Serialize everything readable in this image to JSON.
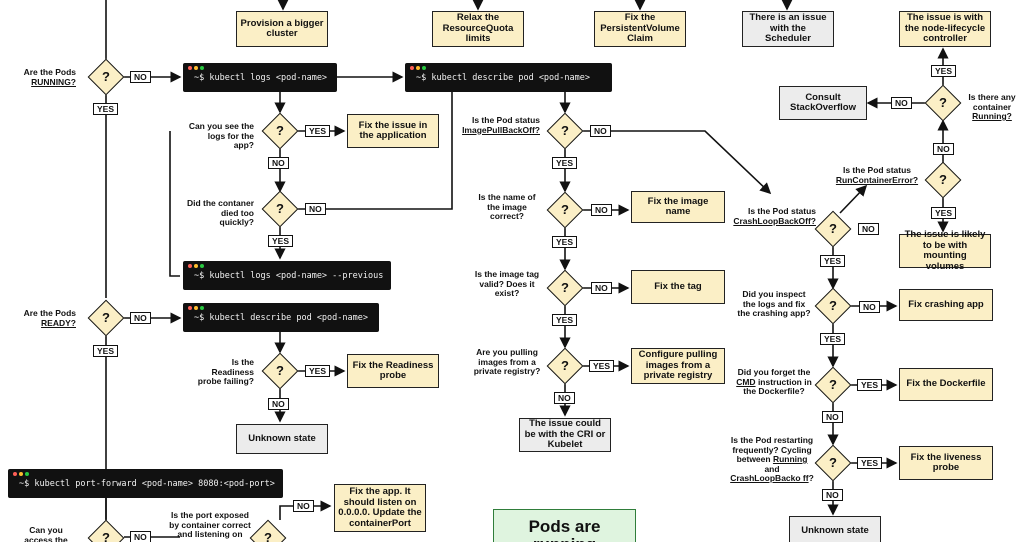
{
  "boxes": {
    "provision": "Provision a bigger cluster",
    "relax_quota": "Relax the ResourceQuota limits",
    "fix_pvc": "Fix the PersistentVolume Claim",
    "scheduler_issue": "There is an issue with the Scheduler",
    "node_lifecycle": "The issue is with the node-lifecycle controller",
    "stackoverflow": "Consult StackOverflow",
    "fix_app_issue": "Fix the issue in the application",
    "fix_image_name": "Fix the image name",
    "fix_tag": "Fix the tag",
    "configure_pulling": "Configure pulling images from a private registry",
    "cri_kubelet": "The issue could be with the CRI or Kubelet",
    "fix_readiness": "Fix the Readiness probe",
    "unknown_state_1": "Unknown state",
    "mounting_volumes": "The issue is likely to be with mounting volumes",
    "fix_crashing": "Fix crashing app",
    "fix_dockerfile": "Fix the Dockerfile",
    "fix_liveness": "Fix the liveness probe",
    "unknown_state_2": "Unknown state",
    "fix_app_listen": "Fix the app. It should listen on 0.0.0.0. Update the containerPort",
    "pods_running": "Pods are running"
  },
  "terminals": {
    "logs": "~$ kubectl logs <pod-name>",
    "describe_top": "~$ kubectl describe pod <pod-name>",
    "logs_previous": "~$ kubectl logs <pod-name> --previous",
    "describe_ready": "~$ kubectl describe pod <pod-name>",
    "port_forward": "~$ kubectl port-forward <pod-name> 8080:<pod-port>"
  },
  "questions": {
    "pods_running_a": "Are the Pods",
    "pods_running_b": "RUNNING?",
    "see_logs": "Can you see the logs for the app?",
    "died_quickly": "Did the contaner died too quickly?",
    "pods_ready_a": "Are the Pods",
    "pods_ready_b": "READY?",
    "readiness_failing": "Is the Readiness probe failing?",
    "can_access": "Can you access the",
    "port_exposed": "Is the port exposed by container correct and listening on",
    "imagepull_a": "Is the Pod status",
    "imagepull_b": "ImagePullBackOff?",
    "image_name": "Is the name of the image correct?",
    "image_tag": "Is the image tag valid? Does it exist?",
    "private_registry": "Are you pulling images from a private registry?",
    "runcontainer_a": "Is the Pod status",
    "runcontainer_b": "RunContainerError?",
    "crashloop_a": "Is the Pod status",
    "crashloop_b": "CrashLoopBackOff?",
    "any_running_a": "Is there any container",
    "any_running_b": "Running?",
    "inspect_logs": "Did you inspect the logs and fix the crashing app?",
    "cmd_a": "Did you forget the",
    "cmd_b": "CMD",
    "cmd_c": "instruction in the Dockerfile?",
    "restart_a": "Is the Pod restarting frequently? Cycling between",
    "restart_b": "Running",
    "restart_c": "and",
    "restart_d": "CrashLoopBacko ff",
    "restart_e": "?"
  },
  "labels": {
    "yes": "YES",
    "no": "NO",
    "question_mark": "?"
  },
  "colors": {
    "decision": "#fbefc6",
    "neutral": "#ececec",
    "success": "#dff4df",
    "terminal": "#111111",
    "dot_red": "#ff5f57",
    "dot_yellow": "#febc2e",
    "dot_green": "#28c840"
  }
}
